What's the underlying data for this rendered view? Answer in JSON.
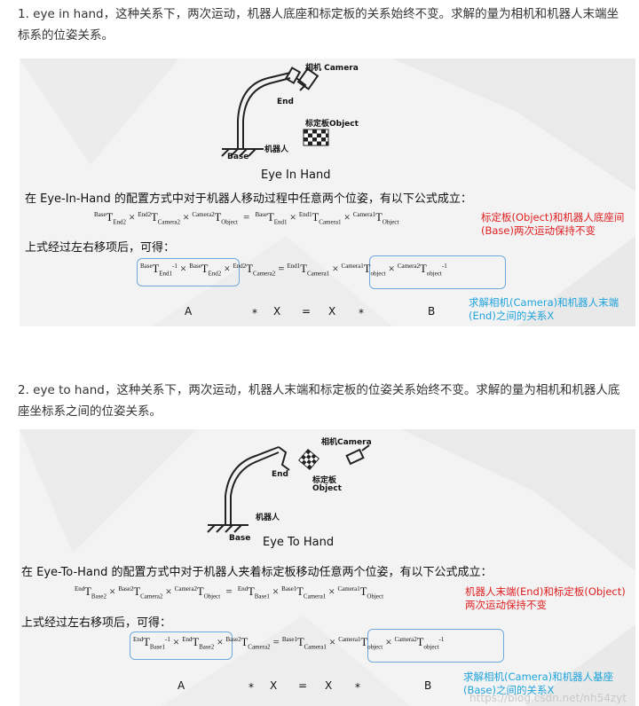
{
  "sec1": {
    "intro": "1. eye in hand，这种关系下，两次运动，机器人底座和标定板的关系始终不变。求解的量为相机和机器人末端坐标系的位姿关系。",
    "fig": {
      "camera": "相机 Camera",
      "end": "End",
      "object": "标定板Object",
      "robot": "机器人",
      "base": "Base",
      "caption": "Eye In Hand"
    },
    "sentence": "在 Eye-In-Hand 的配置方式中对于机器人移动过程中任意两个位姿，有以下公式成立：",
    "eq1": "BaseT_End2 × End2T_Camera2 × Camera2T_Object = BaseT_End1 × End1T_Camera1 × Camera1T_Object",
    "note_red": "标定板(Object)和机器人底座间(Base)两次运动保持不变",
    "move": "上式经过左右移项后，可得：",
    "eq2": "BaseT_End1^-1 × BaseT_End2 × End2T_Camera2 = End1T_Camera1 × Camera1T_object × Camera2T_object^-1",
    "abx": [
      "A",
      "*",
      "X",
      "=",
      "X",
      "*",
      "B"
    ],
    "note_blue": "求解相机(Camera)和机器人末端(End)之间的关系X"
  },
  "sec2": {
    "intro": "2. eye to hand，这种关系下，两次运动，机器人末端和标定板的位姿关系始终不变。求解的量为相机和机器人底座坐标系之间的位姿关系。",
    "fig": {
      "camera": "相机Camera",
      "object_cn": "标定板",
      "object": "Object",
      "end": "End",
      "robot": "机器人",
      "base": "Base",
      "caption": "Eye To Hand"
    },
    "sentence": "在 Eye-To-Hand 的配置方式中对于机器人夹着标定板移动任意两个位姿，有以下公式成立：",
    "eq1": "EndT_Base2 × Base2T_Camera2 × Camera2T_Object = EndT_Base1 × Base1T_Camera1 × Camera1T_Object",
    "note_red": "机器人末端(End)和标定板(Object)两次运动保持不变",
    "move": "上式经过左右移项后，可得：",
    "eq2": "EndT_Base1^-1 × EndT_Base2 × Base2T_Camera2 = Base1T_Camera1 × Camera1T_object × Camera2T_object^-1",
    "abx": [
      "A",
      "*",
      "X",
      "=",
      "X",
      "*",
      "B"
    ],
    "note_blue": "求解相机(Camera)和机器人基座(Base)之间的关系X"
  },
  "watermark": "https://blog.csdn.net/nh54zyt",
  "colors": {
    "red": "#e02020",
    "blue": "#1fa3dc",
    "box": "#6fa8dc"
  }
}
